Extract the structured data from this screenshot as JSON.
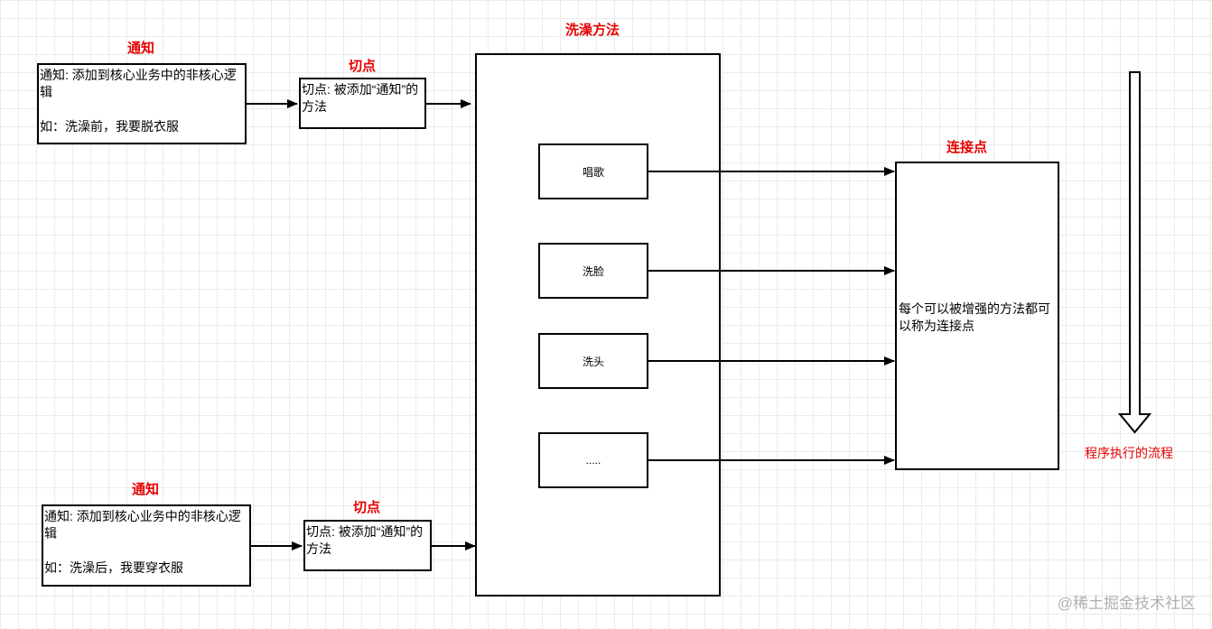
{
  "diagram": {
    "advice_top": {
      "label": "通知",
      "text": "通知: 添加到核心业务中的非核心逻辑\n\n如：洗澡前，我要脱衣服"
    },
    "pointcut_top": {
      "label": "切点",
      "text": "切点: 被添加“通知”的方法"
    },
    "advice_bottom": {
      "label": "通知",
      "text": "通知: 添加到核心业务中的非核心逻辑\n\n如：洗澡后，我要穿衣服"
    },
    "pointcut_bottom": {
      "label": "切点",
      "text": "切点: 被添加“通知”的方法"
    },
    "main_method": {
      "label": "洗澡方法",
      "items": [
        "唱歌",
        "洗脸",
        "洗头",
        "....."
      ]
    },
    "joinpoint": {
      "label": "连接点",
      "text": "每个可以被增强的方法都可以称为连接点"
    },
    "flow": {
      "label": "程序执行的流程"
    },
    "watermark": "@稀土掘金技术社区"
  }
}
